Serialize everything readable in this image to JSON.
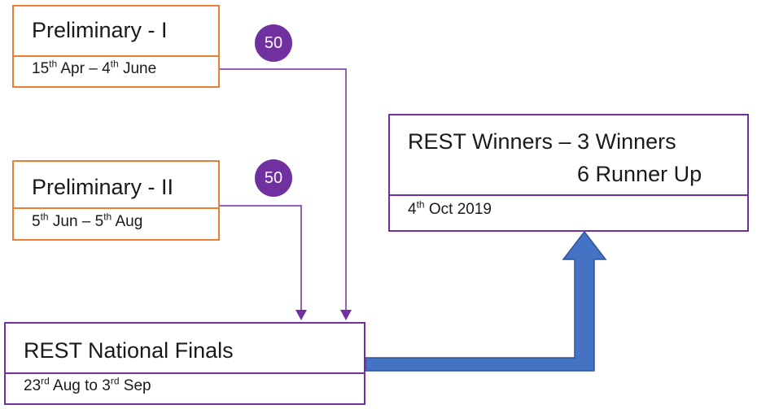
{
  "boxes": {
    "prelim1": {
      "title": "Preliminary - I",
      "date_parts": [
        "15",
        "th",
        " Apr – 4",
        "th",
        " June"
      ]
    },
    "prelim2": {
      "title": "Preliminary - II",
      "date_parts": [
        "5",
        "th",
        " Jun – 5",
        "th",
        " Aug"
      ]
    },
    "finals": {
      "title": "REST National Finals",
      "date_parts": [
        "23",
        "rd",
        " Aug to 3",
        "rd",
        " Sep"
      ]
    },
    "winners": {
      "title_line1": "REST Winners – 3 Winners",
      "title_line2": "6 Runner Up",
      "date_parts": [
        "4",
        "th",
        " Oct 2019"
      ]
    }
  },
  "badges": {
    "prelim1": "50",
    "prelim2": "50"
  },
  "colors": {
    "orange": "#ED7D31",
    "purple": "#7030A0",
    "blue_arrow": "#4472C4",
    "blue_arrow_border": "#2F5597"
  }
}
